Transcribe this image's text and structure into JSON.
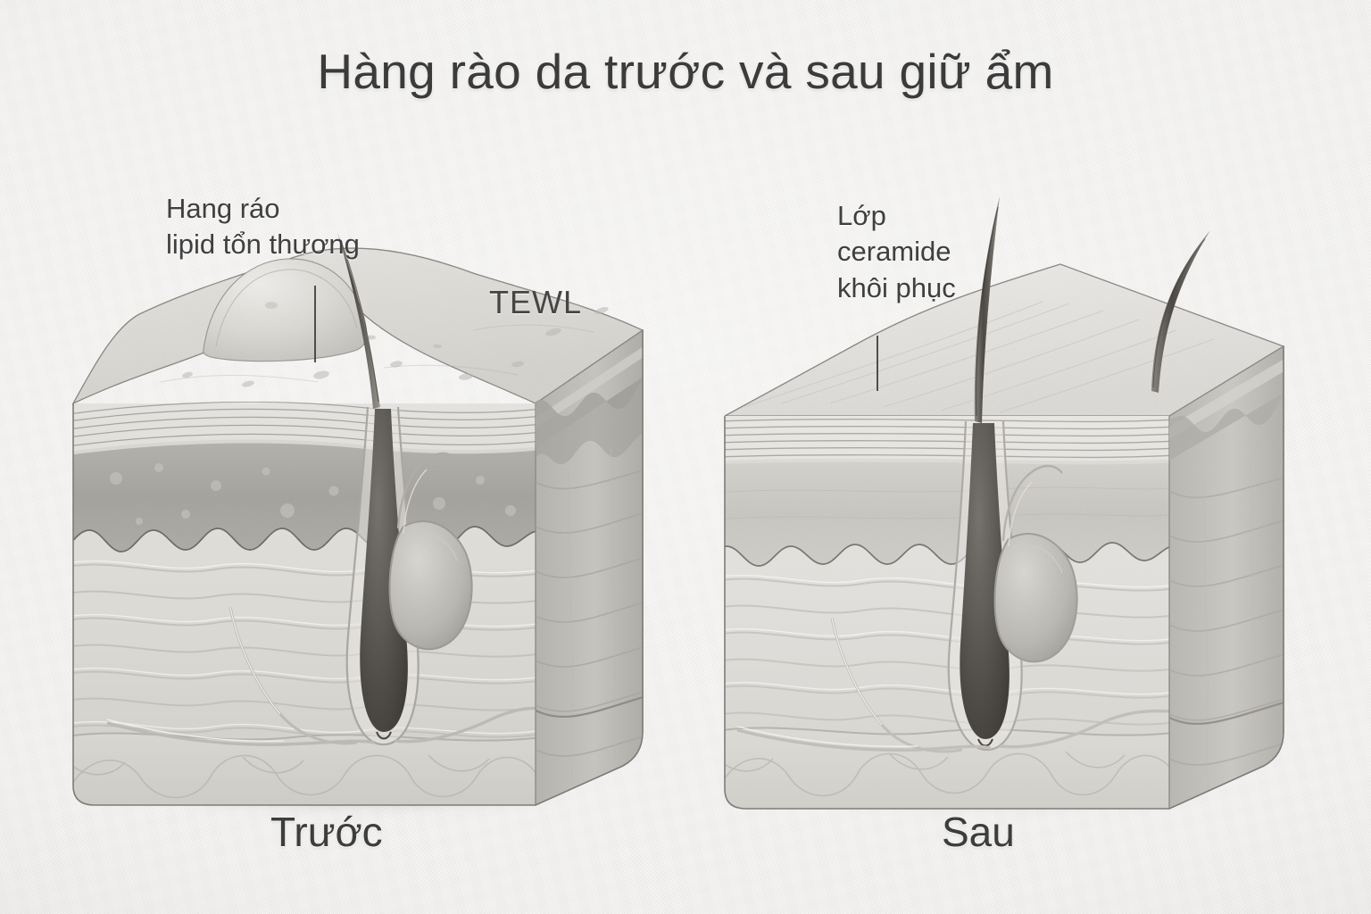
{
  "figure": {
    "title": "Hàng rào da trước và sau giữ ẩm",
    "style": "pencil-shaded anatomical skin cross-section diagram, grayscale",
    "background_color": "#edecea",
    "ink_color": "#3b3b3b"
  },
  "annotations": {
    "left_callout": {
      "lines": [
        "Hang ráo",
        "lipid tổn thương"
      ],
      "text": "Hang ráo lipid tổn thương"
    },
    "right_callout": {
      "lines": [
        "Lớp",
        "ceramide",
        "khôi phục"
      ],
      "text": "Lớp ceramide khôi phục"
    },
    "tewl_label": "TEWL"
  },
  "panels": [
    {
      "id": "before",
      "caption": "Trước",
      "condition": "damaged lipid barrier",
      "surface": "raised swollen bump, rough micro-bumps",
      "stratum_corneum": "thin irregular striated lines",
      "epidermis": "dark granular band with vacuoles",
      "hairs": 1
    },
    {
      "id": "after",
      "caption": "Sau",
      "condition": "restored ceramide layer",
      "surface": "smooth flat, even",
      "stratum_corneum": "thick uniform striated lamellae",
      "epidermis": "light even band",
      "hairs": 2
    }
  ],
  "colors": {
    "paper": "#edecea",
    "ink": "#3b3b3b",
    "epidermis_damaged": "#a9a7a2",
    "epidermis_healthy": "#cfcdc8",
    "dermis": "#dedcd8",
    "hair": "#6a6762",
    "side_face": "#c3c1bc"
  }
}
